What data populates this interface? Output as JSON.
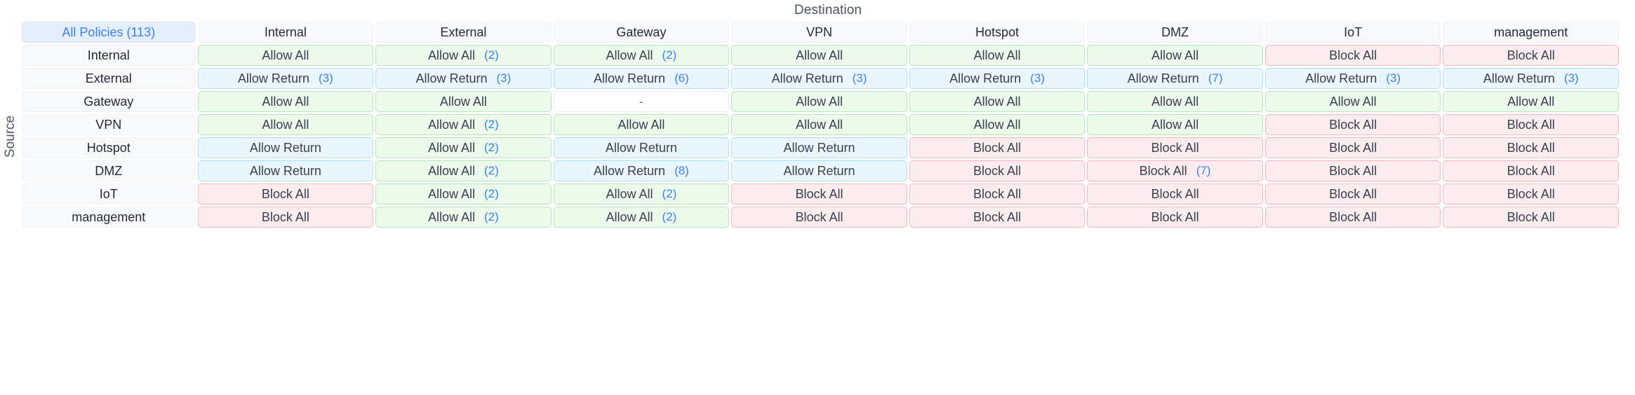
{
  "titles": {
    "destination": "Destination",
    "source": "Source"
  },
  "corner": {
    "label": "All Policies (113)"
  },
  "columns": [
    "Internal",
    "External",
    "Gateway",
    "VPN",
    "Hotspot",
    "DMZ",
    "IoT",
    "management"
  ],
  "rows": [
    "Internal",
    "External",
    "Gateway",
    "VPN",
    "Hotspot",
    "DMZ",
    "IoT",
    "management"
  ],
  "legend_colors": {
    "allow": "#ecfaec",
    "allow_border": "#b9e5bb",
    "return": "#eaf6fe",
    "return_border": "#ade0f7",
    "block": "#fdeced",
    "block_border": "#f4b8bc",
    "accent": "#3b82f6"
  },
  "matrix": [
    [
      {
        "label": "Allow All",
        "count": "",
        "kind": "allow"
      },
      {
        "label": "Allow All",
        "count": "(2)",
        "kind": "allow"
      },
      {
        "label": "Allow All",
        "count": "(2)",
        "kind": "allow"
      },
      {
        "label": "Allow All",
        "count": "",
        "kind": "allow"
      },
      {
        "label": "Allow All",
        "count": "",
        "kind": "allow"
      },
      {
        "label": "Allow All",
        "count": "",
        "kind": "allow"
      },
      {
        "label": "Block All",
        "count": "",
        "kind": "block"
      },
      {
        "label": "Block All",
        "count": "",
        "kind": "block"
      }
    ],
    [
      {
        "label": "Allow Return",
        "count": "(3)",
        "kind": "return"
      },
      {
        "label": "Allow Return",
        "count": "(3)",
        "kind": "return"
      },
      {
        "label": "Allow Return",
        "count": "(6)",
        "kind": "return"
      },
      {
        "label": "Allow Return",
        "count": "(3)",
        "kind": "return"
      },
      {
        "label": "Allow Return",
        "count": "(3)",
        "kind": "return"
      },
      {
        "label": "Allow Return",
        "count": "(7)",
        "kind": "return"
      },
      {
        "label": "Allow Return",
        "count": "(3)",
        "kind": "return"
      },
      {
        "label": "Allow Return",
        "count": "(3)",
        "kind": "return"
      }
    ],
    [
      {
        "label": "Allow All",
        "count": "",
        "kind": "allow"
      },
      {
        "label": "Allow All",
        "count": "",
        "kind": "allow"
      },
      {
        "label": "-",
        "count": "",
        "kind": "none"
      },
      {
        "label": "Allow All",
        "count": "",
        "kind": "allow"
      },
      {
        "label": "Allow All",
        "count": "",
        "kind": "allow"
      },
      {
        "label": "Allow All",
        "count": "",
        "kind": "allow"
      },
      {
        "label": "Allow All",
        "count": "",
        "kind": "allow"
      },
      {
        "label": "Allow All",
        "count": "",
        "kind": "allow"
      }
    ],
    [
      {
        "label": "Allow All",
        "count": "",
        "kind": "allow"
      },
      {
        "label": "Allow All",
        "count": "(2)",
        "kind": "allow"
      },
      {
        "label": "Allow All",
        "count": "",
        "kind": "allow"
      },
      {
        "label": "Allow All",
        "count": "",
        "kind": "allow"
      },
      {
        "label": "Allow All",
        "count": "",
        "kind": "allow"
      },
      {
        "label": "Allow All",
        "count": "",
        "kind": "allow"
      },
      {
        "label": "Block All",
        "count": "",
        "kind": "block"
      },
      {
        "label": "Block All",
        "count": "",
        "kind": "block"
      }
    ],
    [
      {
        "label": "Allow Return",
        "count": "",
        "kind": "return"
      },
      {
        "label": "Allow All",
        "count": "(2)",
        "kind": "allow"
      },
      {
        "label": "Allow Return",
        "count": "",
        "kind": "return"
      },
      {
        "label": "Allow Return",
        "count": "",
        "kind": "return"
      },
      {
        "label": "Block All",
        "count": "",
        "kind": "block"
      },
      {
        "label": "Block All",
        "count": "",
        "kind": "block"
      },
      {
        "label": "Block All",
        "count": "",
        "kind": "block"
      },
      {
        "label": "Block All",
        "count": "",
        "kind": "block"
      }
    ],
    [
      {
        "label": "Allow Return",
        "count": "",
        "kind": "return"
      },
      {
        "label": "Allow All",
        "count": "(2)",
        "kind": "allow"
      },
      {
        "label": "Allow Return",
        "count": "(8)",
        "kind": "return"
      },
      {
        "label": "Allow Return",
        "count": "",
        "kind": "return"
      },
      {
        "label": "Block All",
        "count": "",
        "kind": "block"
      },
      {
        "label": "Block All",
        "count": "(7)",
        "kind": "block"
      },
      {
        "label": "Block All",
        "count": "",
        "kind": "block"
      },
      {
        "label": "Block All",
        "count": "",
        "kind": "block"
      }
    ],
    [
      {
        "label": "Block All",
        "count": "",
        "kind": "block"
      },
      {
        "label": "Allow All",
        "count": "(2)",
        "kind": "allow"
      },
      {
        "label": "Allow All",
        "count": "(2)",
        "kind": "allow"
      },
      {
        "label": "Block All",
        "count": "",
        "kind": "block"
      },
      {
        "label": "Block All",
        "count": "",
        "kind": "block"
      },
      {
        "label": "Block All",
        "count": "",
        "kind": "block"
      },
      {
        "label": "Block All",
        "count": "",
        "kind": "block"
      },
      {
        "label": "Block All",
        "count": "",
        "kind": "block"
      }
    ],
    [
      {
        "label": "Block All",
        "count": "",
        "kind": "block"
      },
      {
        "label": "Allow All",
        "count": "(2)",
        "kind": "allow"
      },
      {
        "label": "Allow All",
        "count": "(2)",
        "kind": "allow"
      },
      {
        "label": "Block All",
        "count": "",
        "kind": "block"
      },
      {
        "label": "Block All",
        "count": "",
        "kind": "block"
      },
      {
        "label": "Block All",
        "count": "",
        "kind": "block"
      },
      {
        "label": "Block All",
        "count": "",
        "kind": "block"
      },
      {
        "label": "Block All",
        "count": "",
        "kind": "block"
      }
    ]
  ]
}
